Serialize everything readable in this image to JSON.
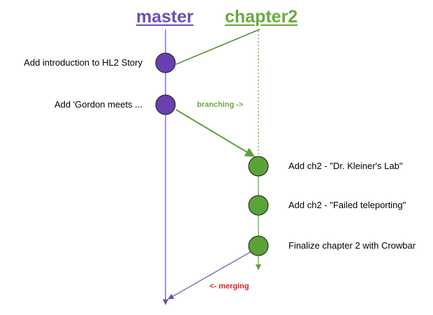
{
  "branches": {
    "master": {
      "label": "master",
      "color": "#6a4fb0"
    },
    "chapter2": {
      "label": "chapter2",
      "color": "#6aaa3c"
    }
  },
  "commits": {
    "master": [
      {
        "label": "Add introduction to HL2 Story"
      },
      {
        "label": "Add 'Gordon meets ..."
      }
    ],
    "chapter2": [
      {
        "label": "Add ch2 - \"Dr. Kleiner's Lab\""
      },
      {
        "label": "Add ch2 - \"Failed teleporting\""
      },
      {
        "label": "Finalize chapter 2 with Crowbar"
      }
    ]
  },
  "annotations": {
    "branching": {
      "label": "branching ->",
      "color": "#6aaa3c"
    },
    "merging": {
      "label": "<- merging",
      "color": "#e02020"
    }
  },
  "colors": {
    "master_fill": "#6a3fb0",
    "chapter2_fill": "#5aa338",
    "node_stroke": "#1a1a1a"
  }
}
